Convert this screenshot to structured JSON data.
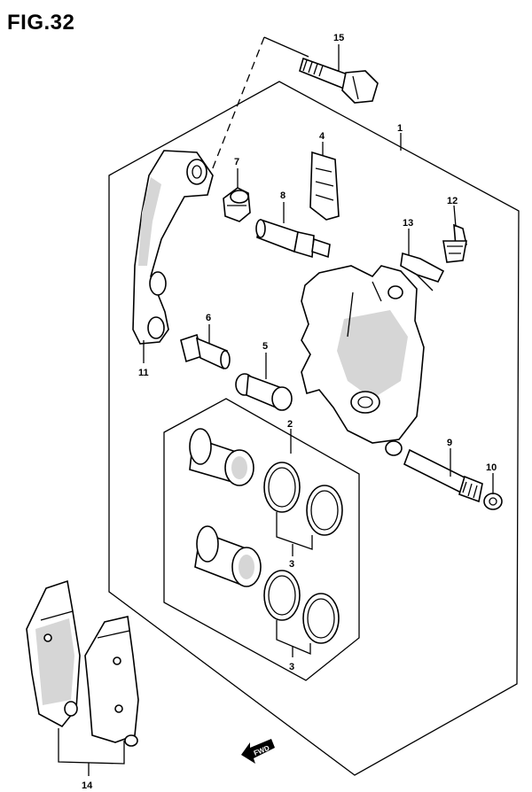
{
  "figure": {
    "title": "FIG.32"
  },
  "callouts": {
    "c1": "1",
    "c2": "2",
    "c3a": "3",
    "c3b": "3",
    "c4": "4",
    "c5": "5",
    "c6": "6",
    "c7": "7",
    "c8": "8",
    "c9": "9",
    "c10": "10",
    "c11": "11",
    "c12": "12",
    "c13": "13",
    "c14": "14",
    "c15": "15"
  },
  "direction_arrow": {
    "label": "FWD"
  }
}
